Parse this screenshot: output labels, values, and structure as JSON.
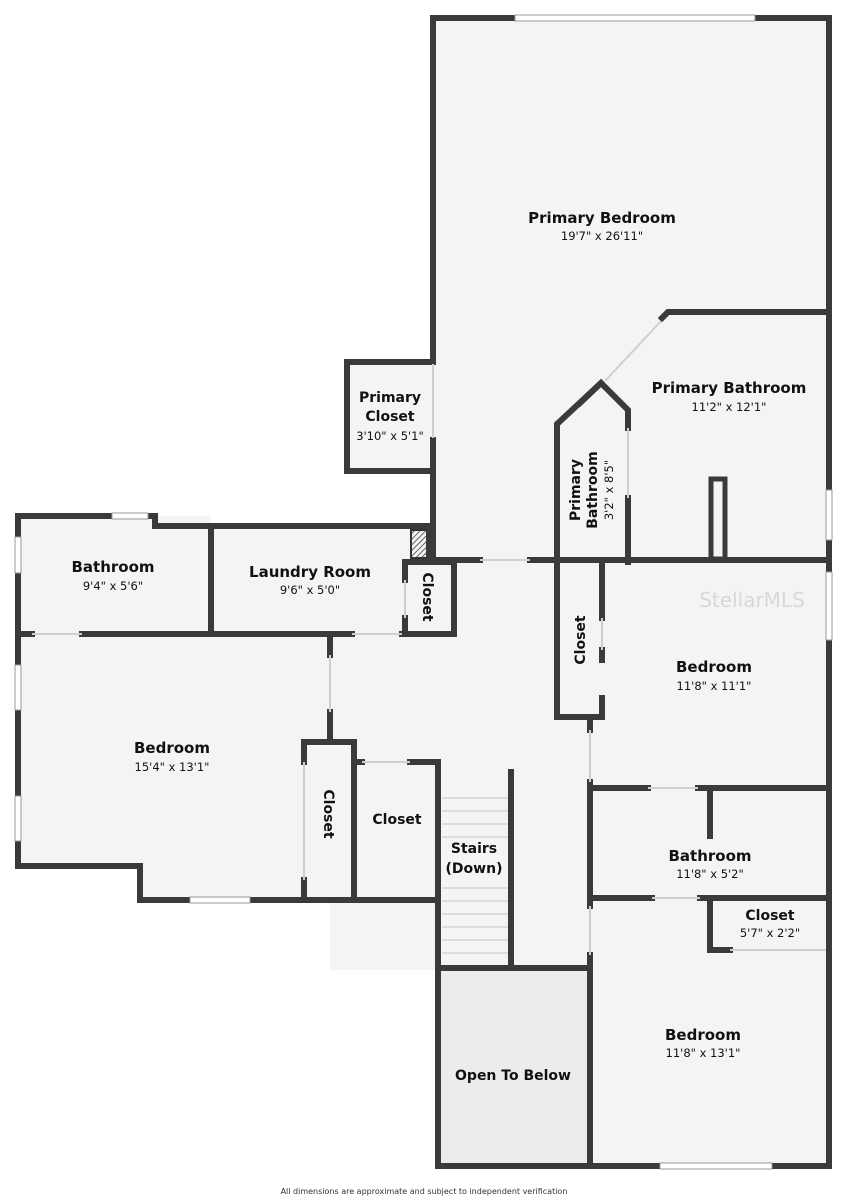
{
  "plan": {
    "watermark": "StellarMLS",
    "disclaimer": "All dimensions are approximate and subject to independent verification"
  },
  "rooms": {
    "primary_bedroom": {
      "name": "Primary Bedroom",
      "dim": "19'7\" x 26'11\""
    },
    "primary_closet": {
      "name_line1": "Primary",
      "name_line2": "Closet",
      "dim": "3'10\" x 5'1\""
    },
    "primary_bathroom": {
      "name": "Primary Bathroom",
      "dim": "11'2\" x 12'1\""
    },
    "primary_bathroom_small": {
      "name_line1": "Primary",
      "name_line2": "Bathroom",
      "dim": "3'2\" x 8'5\""
    },
    "bathroom_top_left": {
      "name": "Bathroom",
      "dim": "9'4\" x 5'6\""
    },
    "laundry_room": {
      "name": "Laundry Room",
      "dim": "9'6\" x 5'0\""
    },
    "closet_laundry": {
      "name": "Closet"
    },
    "closet_hall": {
      "name": "Closet"
    },
    "bedroom_right_top": {
      "name": "Bedroom",
      "dim": "11'8\" x 11'1\""
    },
    "bedroom_left": {
      "name": "Bedroom",
      "dim": "15'4\" x 13'1\""
    },
    "closet_left_vertical": {
      "name": "Closet"
    },
    "closet_center": {
      "name": "Closet"
    },
    "stairs": {
      "name_line1": "Stairs",
      "name_line2": "(Down)"
    },
    "bathroom_right": {
      "name": "Bathroom",
      "dim": "11'8\" x 5'2\""
    },
    "closet_right": {
      "name": "Closet",
      "dim": "5'7\" x 2'2\""
    },
    "bedroom_right_bottom": {
      "name": "Bedroom",
      "dim": "11'8\" x 13'1\""
    },
    "open_to_below": {
      "name": "Open To Below"
    }
  }
}
